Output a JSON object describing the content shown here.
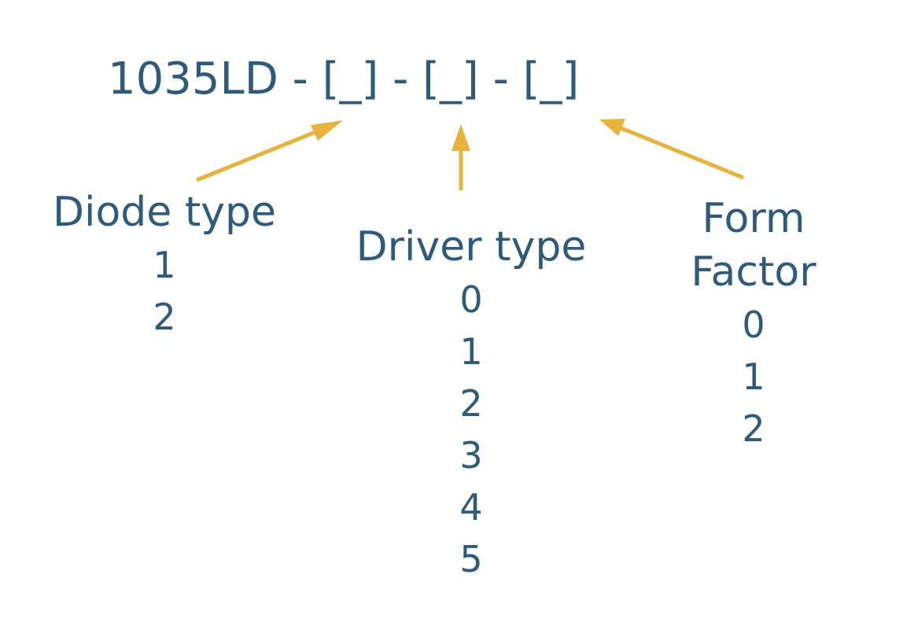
{
  "part_code": "1035LD - [_] - [_] - [_]",
  "colors": {
    "text": "#2e5b7c",
    "arrow": "#e8b33c"
  },
  "fields": [
    {
      "title": "Diode type",
      "options": [
        "1",
        "2"
      ]
    },
    {
      "title": "Driver type",
      "options": [
        "0",
        "1",
        "2",
        "3",
        "4",
        "5"
      ]
    },
    {
      "title": "Form Factor",
      "options": [
        "0",
        "1",
        "2"
      ]
    }
  ]
}
